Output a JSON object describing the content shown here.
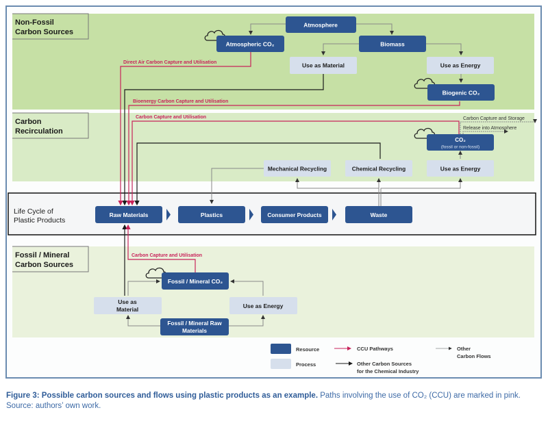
{
  "colors": {
    "resource": "#2d5591",
    "process": "#d6dfec",
    "ccu": "#c8235a",
    "other_sources": "#1a1a1a",
    "other_flows": "#888888",
    "band_nonfossil": "#c6e0a5",
    "band_recirc": "#d9ebc6",
    "band_fossil": "#eaf2dc",
    "caption": "#3d6aa6"
  },
  "sections": [
    {
      "id": "nonfossil",
      "label_line1": "Non-Fossil",
      "label_line2": "Carbon Sources"
    },
    {
      "id": "recirc",
      "label_line1": "Carbon",
      "label_line2": "Recirculation"
    },
    {
      "id": "lifecycle",
      "label_line1": "Life Cycle of",
      "label_line2": "Plastic Products"
    },
    {
      "id": "fossil",
      "label_line1": "Fossil / Mineral",
      "label_line2": "Carbon Sources"
    }
  ],
  "nodes": {
    "atmosphere": {
      "label": "Atmosphere",
      "kind": "resource"
    },
    "atmospheric_co2": {
      "label": "Atmospheric CO₂",
      "kind": "resource"
    },
    "biomass": {
      "label": "Biomass",
      "kind": "resource"
    },
    "bio_use_material": {
      "label": "Use as Material",
      "kind": "process"
    },
    "bio_use_energy": {
      "label": "Use as Energy",
      "kind": "process"
    },
    "biogenic_co2": {
      "label": "Biogenic CO₂",
      "kind": "resource"
    },
    "co2_any": {
      "label": "CO₂",
      "sublabel": "(fossil or non-fossil)",
      "kind": "resource"
    },
    "mechanical_recycling": {
      "label": "Mechanical Recycling",
      "kind": "process"
    },
    "chemical_recycling": {
      "label": "Chemical Recycling",
      "kind": "process"
    },
    "recirc_use_energy": {
      "label": "Use as Energy",
      "kind": "process"
    },
    "raw_materials": {
      "label": "Raw Materials",
      "kind": "resource"
    },
    "plastics": {
      "label": "Plastics",
      "kind": "resource"
    },
    "consumer_products": {
      "label": "Consumer Products",
      "kind": "resource"
    },
    "waste": {
      "label": "Waste",
      "kind": "resource"
    },
    "fossil_co2": {
      "label": "Fossil / Mineral CO₂",
      "kind": "resource"
    },
    "fossil_use_material": {
      "label_line1": "Use as",
      "label_line2": "Material",
      "kind": "process"
    },
    "fossil_use_energy": {
      "label": "Use as Energy",
      "kind": "process"
    },
    "fossil_raw": {
      "label_line1": "Fossil / Mineral Raw",
      "label_line2": "Materials",
      "kind": "resource"
    }
  },
  "flow_labels": {
    "dac": "Direct Air Carbon Capture and Utilisation",
    "beccu": "Bioenergy Carbon Capture and Utilisation",
    "ccu_recirc": "Carbon Capture and Utilisation",
    "ccu_fossil": "Carbon Capture and Utilisation",
    "ccs": "Carbon Capture and Storage",
    "release": "Release into Atmosphere"
  },
  "legend": {
    "resource": "Resource",
    "process": "Process",
    "ccu": "CCU Pathways",
    "other_sources_line1": "Other Carbon Sources",
    "other_sources_line2": "for the Chemical Industry",
    "other_flows_line1": "Other",
    "other_flows_line2": "Carbon Flows"
  },
  "caption": {
    "title": "Figure 3: Possible carbon sources and flows using plastic products as an example.",
    "text": " Paths involving the use of CO₂ (CCU) are marked in pink.",
    "source": "Source: authors’ own work."
  }
}
